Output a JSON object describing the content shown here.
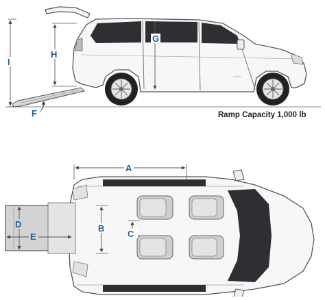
{
  "labels": {
    "I": "I",
    "H": "H",
    "G": "G",
    "F": "F",
    "A": "A",
    "B": "B",
    "C": "C",
    "D": "D",
    "E": "E"
  },
  "caption": "Ramp Capacity 1,000 lb",
  "colors": {
    "dimension": "#1d5fa3",
    "outline": "#555555",
    "glass": "#2e2e33",
    "ramp": "#d3d3d3",
    "seat": "#cfcfcf"
  }
}
